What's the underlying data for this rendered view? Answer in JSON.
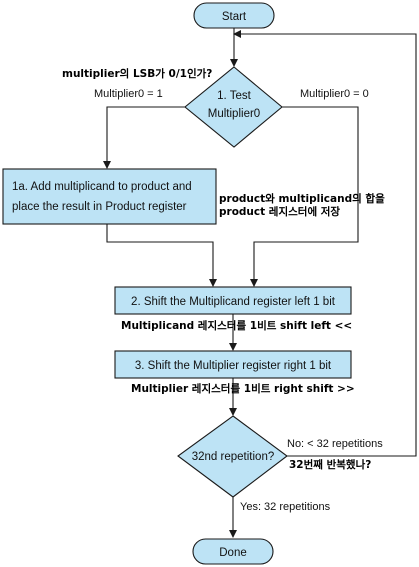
{
  "nodes": {
    "start": "Start",
    "test_line1": "1.  Test",
    "test_line2": "Multiplier0",
    "step1a_line1": "1a.  Add multiplicand to product and",
    "step1a_line2": "place the result in Product register",
    "step2": "2.  Shift the Multiplicand register left 1 bit",
    "step3": "3.  Shift the Multiplier register right 1 bit",
    "repeat_test": "32nd repetition?",
    "done": "Done"
  },
  "edges": {
    "multiplier0_is_1": "Multiplier0 = 1",
    "multiplier0_is_0": "Multiplier0 = 0",
    "no_label": "No: < 32 repetitions",
    "yes_label": "Yes: 32 repetitions"
  },
  "annotations": {
    "lsb_question": "multiplier의 LSB가 0/1인가?",
    "add_note_line1": "product와 multiplicand의 합을",
    "add_note_line2": "product 레지스터에 저장",
    "shift_left_note": "Multiplicand 레지스터를 1비트 shift left <<",
    "shift_right_note": "Multiplier 레지스터를 1비트 right shift >>",
    "repeat_note": "32번째 반복했나?"
  }
}
